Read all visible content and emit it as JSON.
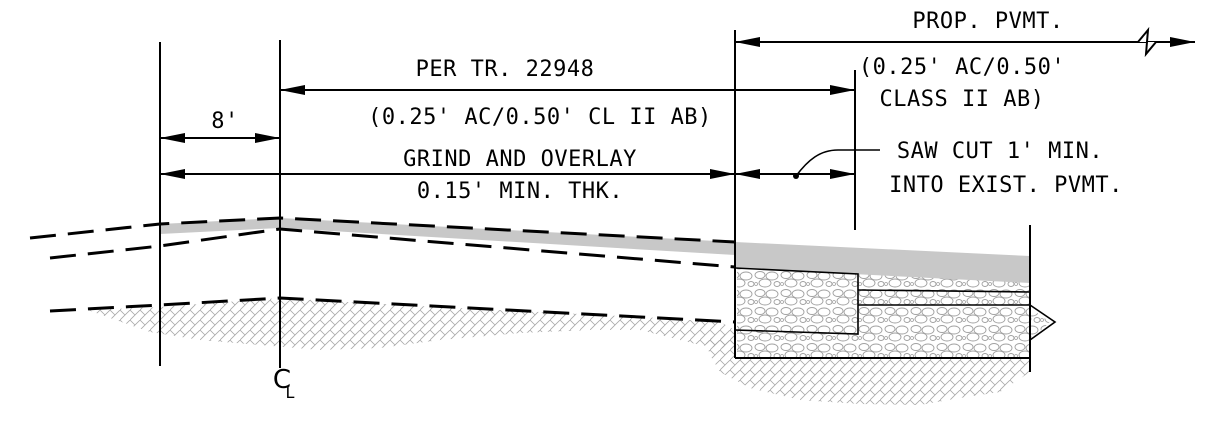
{
  "labels": {
    "prop_pvmt_title": "PROP. PVMT.",
    "prop_pvmt_line1": "(0.25' AC/0.50'",
    "prop_pvmt_line2": "CLASS II AB)",
    "per_tr_title": "PER TR. 22948",
    "per_tr_detail": "(0.25' AC/0.50' CL II AB)",
    "dim_8ft": "8'",
    "grind_title": "GRIND AND OVERLAY",
    "grind_detail": "0.15' MIN. THK.",
    "saw_cut_line1": "SAW CUT 1' MIN.",
    "saw_cut_line2": "INTO EXIST. PVMT.",
    "centerline_symbol": "C",
    "centerline_sub": "L"
  },
  "colors": {
    "ink": "#000000",
    "asphalt": "#c8c8c8",
    "hatch": "#9a9a9a"
  }
}
